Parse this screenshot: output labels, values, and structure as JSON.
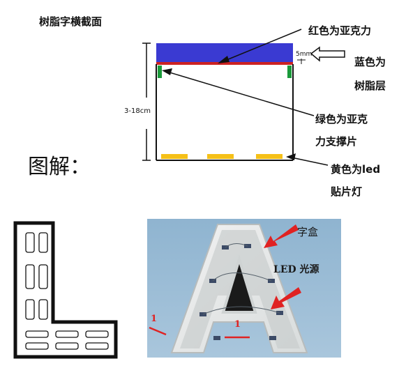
{
  "diagram": {
    "title": "树脂字横截面",
    "labels": {
      "acrylic": "红色为亚克力",
      "resin_line1": "蓝色为",
      "resin_line2": "树脂层",
      "support_line1": "绿色为亚克",
      "support_line2": "力支撑片",
      "led_line1": "黄色为led",
      "led_line2": "贴片灯",
      "thickness": "5mm",
      "height": "3-18cm"
    },
    "caption": "图解：",
    "photo_labels": {
      "box": "字盒",
      "light": "LED 光源",
      "marker": "1"
    },
    "colors": {
      "resin": "#3a3ad2",
      "acrylic": "#cc2222",
      "support": "#1a9a3a",
      "led": "#f5c018",
      "arrow": "#e02222"
    }
  }
}
